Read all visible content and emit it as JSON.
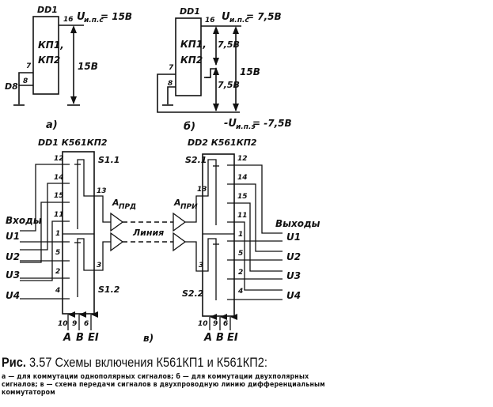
{
  "diagram_a": {
    "chip_label": "DD1",
    "chip_body_line1": "КП1,",
    "chip_body_line2": "КП2",
    "pin_16": "16",
    "pin_7": "7",
    "pin_8": "8",
    "supply_label": "U",
    "supply_sub": "и.п.с",
    "supply_value": "= 15В",
    "voltage_span": "15В",
    "d8_label": "D8",
    "panel_label": "а)"
  },
  "diagram_b": {
    "chip_label": "DD1",
    "chip_body_line1": "КП1,",
    "chip_body_line2": "КП2",
    "pin_16": "16",
    "pin_7": "7",
    "pin_8": "8",
    "supply_label": "U",
    "supply_sub": "и.п.с",
    "supply_value": "= 7,5В",
    "upper_span": "7,5В",
    "lower_span": "7,5В",
    "total_span": "15В",
    "neg_supply_label": "-U",
    "neg_supply_sub": "и.п.э",
    "neg_supply_value": "= -7,5В",
    "panel_label": "б)"
  },
  "diagram_c": {
    "tx_chip_label": "DD1  К561КП2",
    "rx_chip_label": "DD2  К561КП2",
    "tx_switch_top": "S1.1",
    "tx_switch_bottom": "S1.2",
    "rx_switch_top": "S2.1",
    "rx_switch_bottom": "S2.2",
    "inputs_label": "Входы",
    "outputs_label": "Выходы",
    "signals": [
      "U1",
      "U2",
      "U3",
      "U4"
    ],
    "pins_side": [
      "12",
      "14",
      "15",
      "11",
      "1",
      "5",
      "2",
      "4"
    ],
    "pin_13": "13",
    "pin_3": "3",
    "ctrl_pins": [
      "10",
      "9",
      "6"
    ],
    "ctrl_labels": [
      "A",
      "B",
      "EI"
    ],
    "tx_amp_label": "A",
    "tx_amp_sub": "ПРД",
    "rx_amp_label": "A",
    "rx_amp_sub": "ПРИ",
    "line_label": "Линия",
    "panel_label": "в)"
  },
  "caption": {
    "fig_prefix": "Рис.",
    "title": "3.57 Схемы включения К561КП1 и К561КП2:",
    "body": "а — для коммутации однополярных сигналов; б — для коммутации двухполярных сигналов; в — схема передачи сигналов в двухпроводную линию дифференциальным коммутатором"
  }
}
